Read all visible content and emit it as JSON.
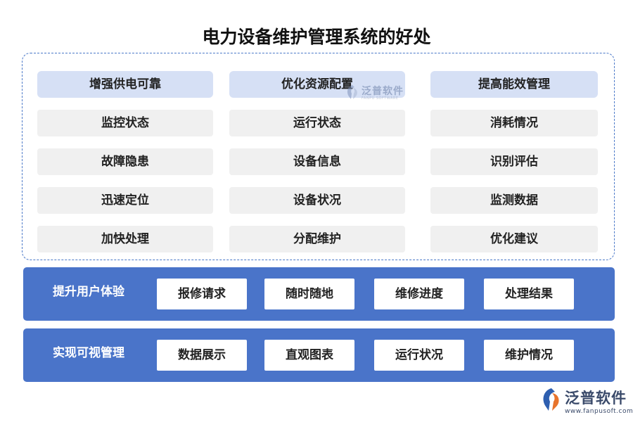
{
  "title": "电力设备维护管理系统的好处",
  "columns": [
    {
      "header": "增强供电可靠",
      "items": [
        "监控状态",
        "故障隐患",
        "迅速定位",
        "加快处理"
      ]
    },
    {
      "header": "优化资源配置",
      "items": [
        "运行状态",
        "设备信息",
        "设备状况",
        "分配维护"
      ]
    },
    {
      "header": "提高能效管理",
      "items": [
        "消耗情况",
        "识别评估",
        "监测数据",
        "优化建议"
      ]
    }
  ],
  "bands": [
    {
      "label": "提升用户体验",
      "items": [
        "报修请求",
        "随时随地",
        "维修进度",
        "处理结果"
      ]
    },
    {
      "label": "实现可视管理",
      "items": [
        "数据展示",
        "直观图表",
        "运行状况",
        "维护情况"
      ]
    }
  ],
  "watermark": {
    "name": "泛普软件",
    "sub": "FANPU SOFTWARE"
  },
  "brand_logo": {
    "name": "泛普软件",
    "url": "www.fanpusoft.com"
  },
  "colors": {
    "band": "#4a74c9",
    "header_bg": "#d6e0f5",
    "item_bg": "#f0f0f0",
    "dashed_border": "#4a78c8"
  }
}
